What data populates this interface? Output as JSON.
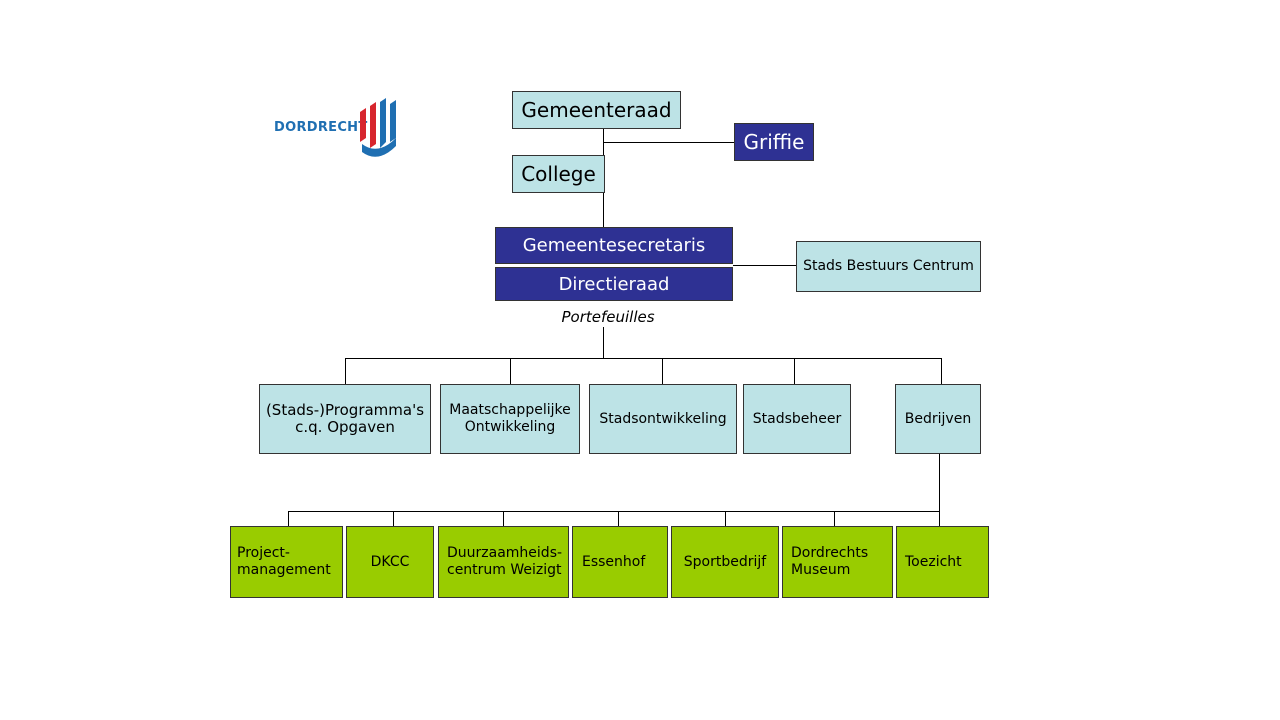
{
  "logo": {
    "text": "DORDRECHT"
  },
  "top": {
    "gemeenteraad": "Gemeenteraad",
    "griffie": "Griffie",
    "college": "College",
    "gemeentesecretaris": "Gemeentesecretaris",
    "directieraad": "Directieraad",
    "sbc": "Stads Bestuurs Centrum"
  },
  "portefeuilles_label": "Portefeuilles",
  "portefeuilles": [
    "(Stads-)Programma's\nc.q. Opgaven",
    "Maatschappelijke\nOntwikkeling",
    "Stadsontwikkeling",
    "Stadsbeheer",
    "Bedrijven"
  ],
  "bedrijven": [
    "Project-\nmanagement",
    "DKCC",
    "Duurzaamheids-\ncentrum Weizigt",
    "Essenhof",
    "Sportbedrijf",
    "Dordrechts\nMuseum",
    "Toezicht"
  ],
  "colors": {
    "light": "#bde3e6",
    "dark": "#2e3193",
    "green": "#99cc00",
    "logo_blue": "#1f6fb2",
    "logo_red": "#d7262e"
  }
}
